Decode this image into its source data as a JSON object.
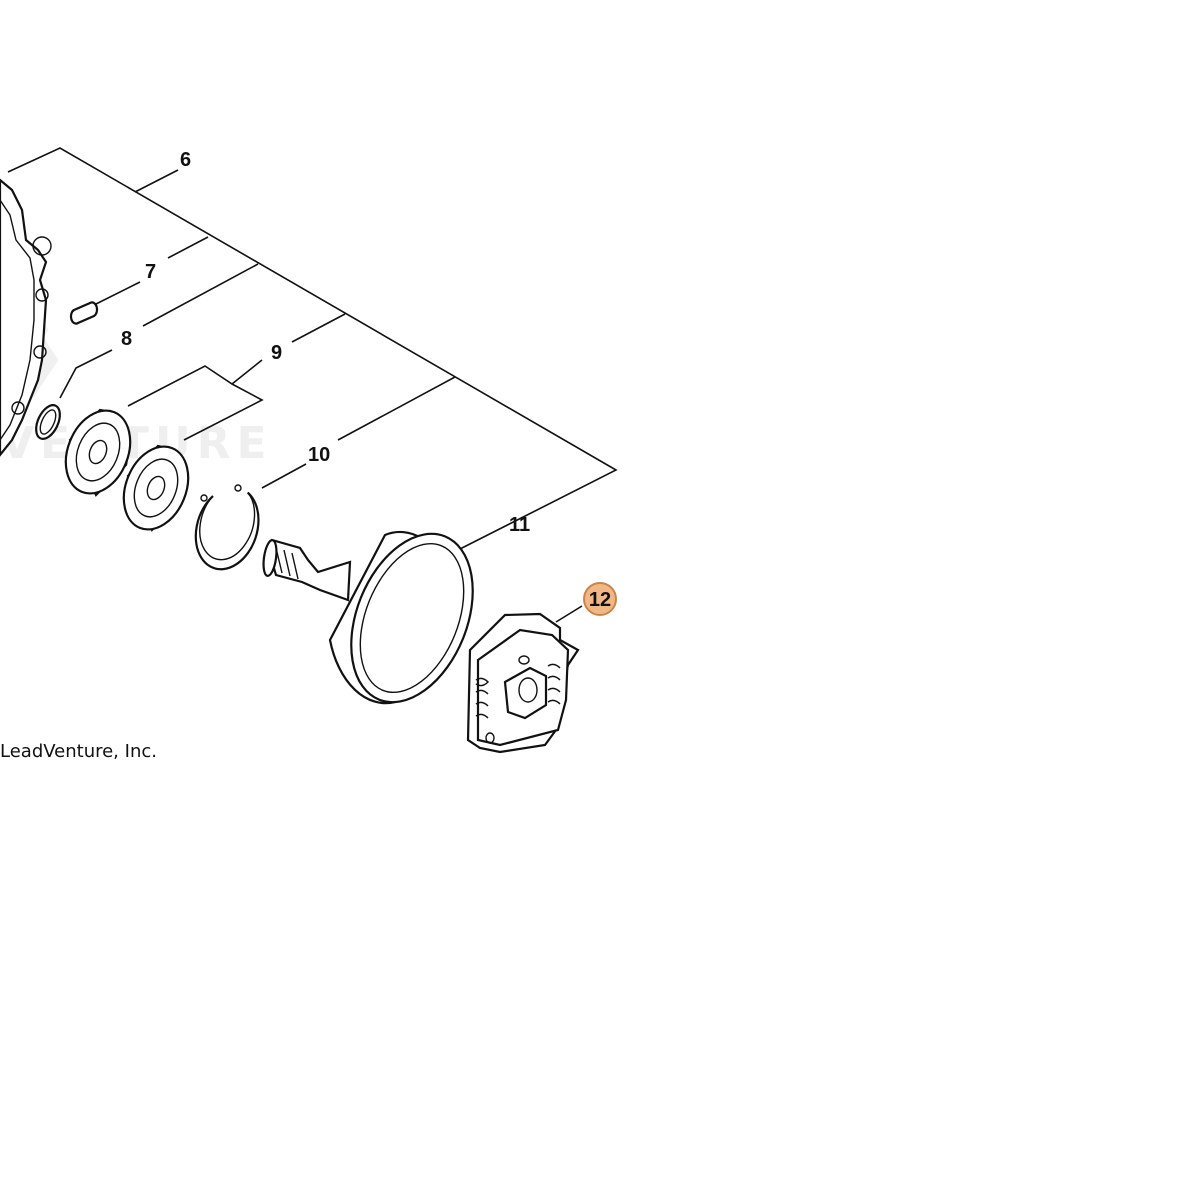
{
  "callouts": [
    {
      "id": "6",
      "label": "6"
    },
    {
      "id": "7",
      "label": "7"
    },
    {
      "id": "8",
      "label": "8"
    },
    {
      "id": "9",
      "label": "9"
    },
    {
      "id": "10",
      "label": "10"
    },
    {
      "id": "11",
      "label": "11"
    },
    {
      "id": "12",
      "label": "12",
      "highlighted": true
    }
  ],
  "copyright": "LeadVenture, Inc.",
  "watermark": "VENTURE",
  "colors": {
    "highlight_fill": "#f2b784",
    "highlight_stroke": "#c8864a",
    "line": "#111111",
    "watermark": "#e6e6e6"
  }
}
